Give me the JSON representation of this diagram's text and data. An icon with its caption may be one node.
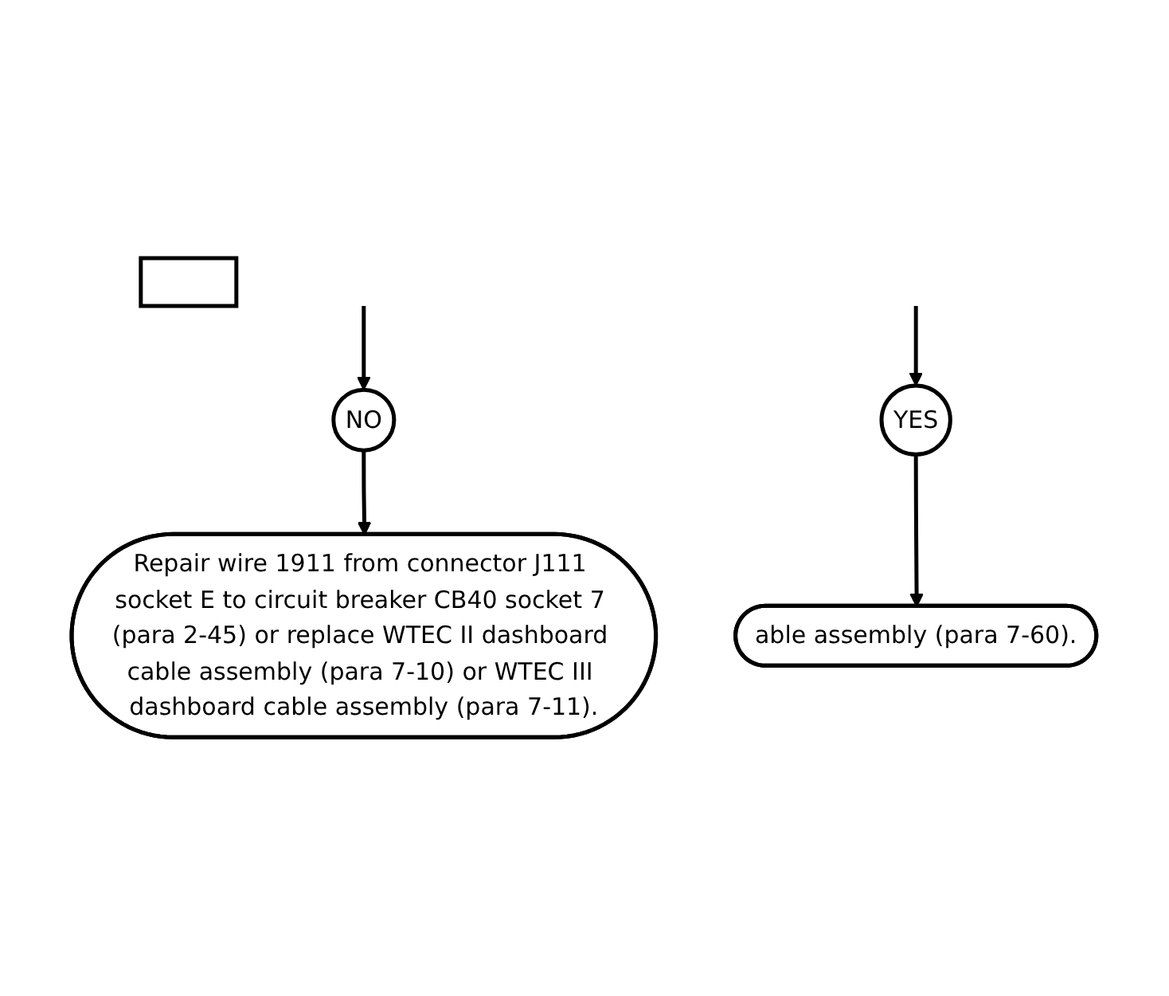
{
  "diagram": {
    "nodes": [
      {
        "text": [],
        "shape": "box"
      },
      {
        "text": [
          "NO"
        ]
      },
      {
        "text": [
          "YES"
        ]
      },
      {
        "text": [
          "Repair wire 1911 from connector J111 socket E to circuit breaker CB40 socket 7 (para 2-45) or replace WTEC II dashboard cable assembly (para 7-10) or WTEC III dashboard cable assembly (para 7-11)."
        ]
      },
      {
        "text": [
          "able assembly (para 7-60)."
        ]
      }
    ],
    "edges": [
      {
        "from": null,
        "to": 1,
        "arrow": "to"
      },
      {
        "from": null,
        "to": 2,
        "arrow": "to"
      },
      {
        "from": 1,
        "to": 3,
        "arrow": "to"
      },
      {
        "from": 2,
        "to": 4,
        "arrow": "to"
      }
    ]
  }
}
